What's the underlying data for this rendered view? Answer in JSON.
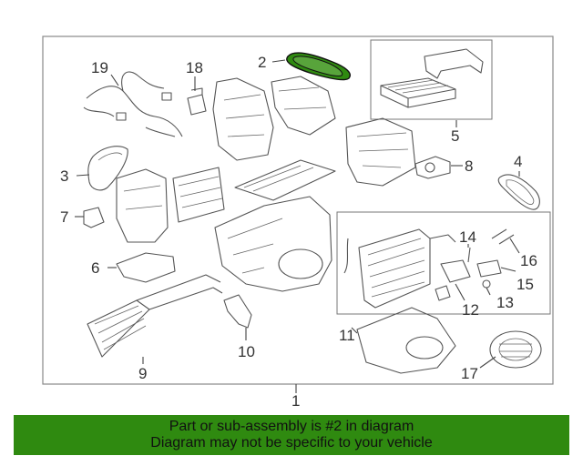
{
  "callouts": {
    "c1": "1",
    "c2": "2",
    "c3": "3",
    "c4": "4",
    "c5": "5",
    "c6": "6",
    "c7": "7",
    "c8": "8",
    "c9": "9",
    "c10": "10",
    "c11": "11",
    "c12": "12",
    "c13": "13",
    "c14": "14",
    "c15": "15",
    "c16": "16",
    "c17": "17",
    "c18": "18",
    "c19": "19"
  },
  "highlight_color": "#2f8a10",
  "banner": {
    "line1": "Part or sub-assembly is #2 in diagram",
    "line2": "Diagram may not be specific to your vehicle",
    "color": "#2f8a10"
  }
}
